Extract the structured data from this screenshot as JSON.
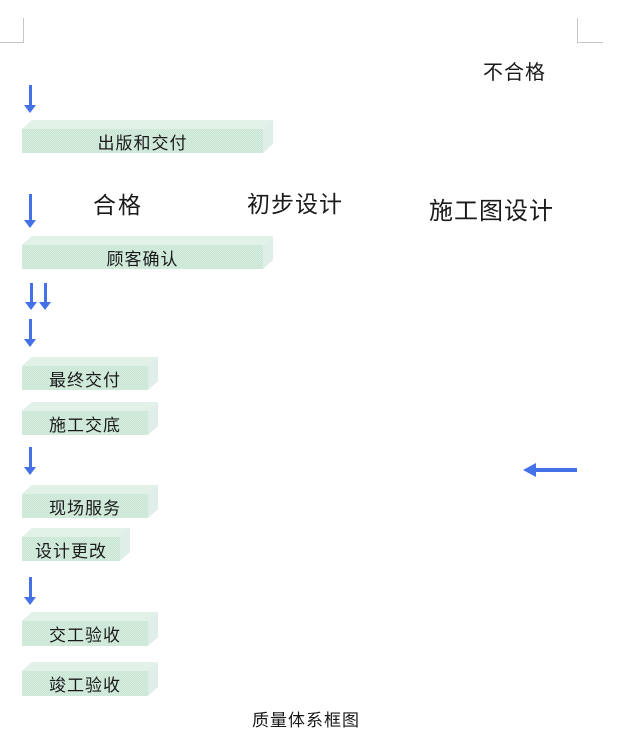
{
  "document": {
    "caption": "质量体系框图"
  },
  "stage_labels": {
    "not_qualified": "不合格",
    "qualified": "合格",
    "preliminary_design": "初步设计",
    "construction_drawing_design": "施工图设计"
  },
  "flow_boxes": [
    {
      "id": "publish-and-delivery",
      "label": "出版和交付"
    },
    {
      "id": "customer-confirmation",
      "label": "顾客确认"
    },
    {
      "id": "final-delivery",
      "label": "最终交付"
    },
    {
      "id": "construction-briefing",
      "label": "施工交底"
    },
    {
      "id": "site-service",
      "label": "现场服务"
    },
    {
      "id": "design-change",
      "label": "设计更改"
    },
    {
      "id": "handover-acceptance",
      "label": "交工验收"
    },
    {
      "id": "completion-acceptance",
      "label": "竣工验收"
    }
  ],
  "icons": {
    "down_arrow": "↓",
    "left_arrow": "←"
  },
  "colors": {
    "box_face": "#c9e6d5",
    "box_top": "#ddefe5",
    "box_side": "#e0eeea",
    "arrow_blue": "#4470e8",
    "text": "#1a1a1a",
    "margin_mark": "#c6c6c6",
    "background": "#ffffff"
  }
}
